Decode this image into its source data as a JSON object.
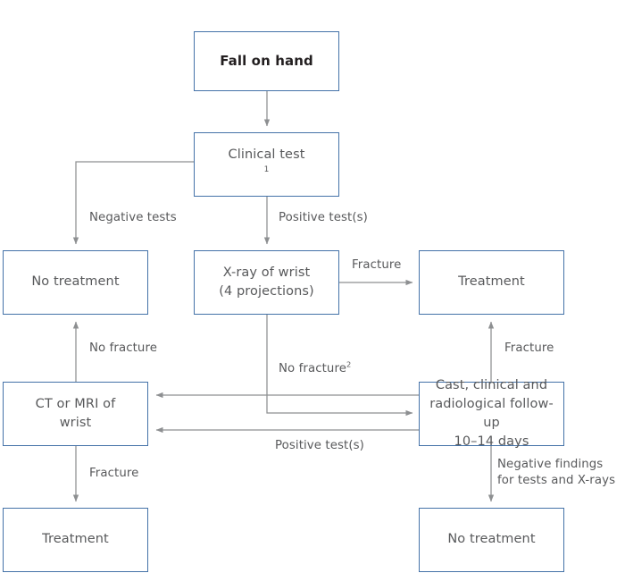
{
  "diagram": {
    "title": "Wrist fracture clinical decision flowchart",
    "colors": {
      "box_border": "#4472a8",
      "arrow": "#8d8f91",
      "text": "#58595b",
      "strong_text": "#231f20",
      "background": "#ffffff"
    },
    "nodes": [
      {
        "id": "fall-on-hand",
        "label": "Fall on hand",
        "emphasis": "bold"
      },
      {
        "id": "clinical-test",
        "label": "Clinical test",
        "superscript": "1"
      },
      {
        "id": "no-treatment-left",
        "label": "No treatment"
      },
      {
        "id": "xray-wrist",
        "label": "X-ray of wrist\n(4 projections)"
      },
      {
        "id": "treatment-right",
        "label": "Treatment"
      },
      {
        "id": "ct-or-mri",
        "label": "CT or MRI of\nwrist"
      },
      {
        "id": "cast-followup",
        "label": "Cast, clinical and\nradiological follow-up\n10–14 days"
      },
      {
        "id": "treatment-bottom",
        "label": "Treatment"
      },
      {
        "id": "no-treatment-bottom",
        "label": "No treatment"
      }
    ],
    "edge_labels": [
      {
        "id": "negative-tests",
        "text": "Negative tests"
      },
      {
        "id": "positive-tests-top",
        "text": "Positive test(s)"
      },
      {
        "id": "fracture-xray",
        "text": "Fracture"
      },
      {
        "id": "no-fracture-left",
        "text": "No fracture"
      },
      {
        "id": "no-fracture-mid",
        "text": "No fracture",
        "superscript": "2"
      },
      {
        "id": "fracture-cast",
        "text": "Fracture"
      },
      {
        "id": "positive-tests-bottom",
        "text": "Positive test(s)"
      },
      {
        "id": "fracture-ct",
        "text": "Fracture"
      },
      {
        "id": "negative-findings",
        "text": "Negative findings\nfor tests and X-rays"
      }
    ]
  }
}
